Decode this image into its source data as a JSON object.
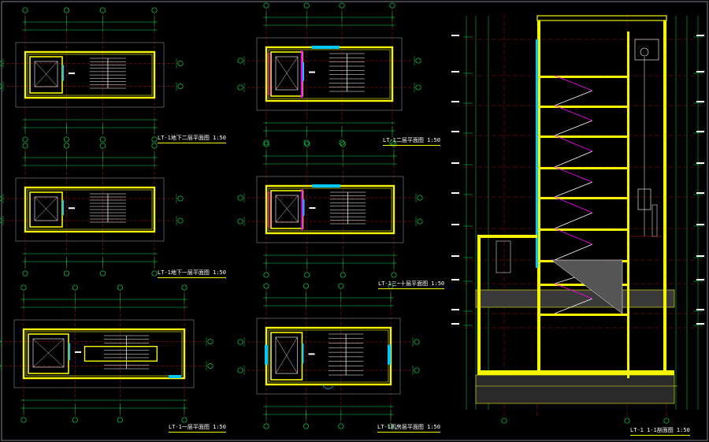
{
  "colors": {
    "background": "#000000",
    "wall": "#f4f400",
    "axis": "#00d84a",
    "dim": "#00d84a",
    "grid_red": "#d81818",
    "stair": "#ffffff",
    "glass": "#00c8ff",
    "magenta": "#ff00ff",
    "frame": "#9aa6b2",
    "text": "#ffffff"
  },
  "plans": [
    {
      "id": "plan-b2",
      "title": "LT-1地下二层平面图 1:50",
      "variant": "basic"
    },
    {
      "id": "plan-b1",
      "title": "LT-1地下一层平面图 1:50",
      "variant": "basic"
    },
    {
      "id": "plan-f1",
      "title": "LT-1一层平面图 1:50",
      "variant": "first"
    },
    {
      "id": "plan-f2",
      "title": "LT-1二层平面图 1:50",
      "variant": "upper"
    },
    {
      "id": "plan-f3",
      "title": "LT-1三~十层平面图 1:50",
      "variant": "upper"
    },
    {
      "id": "plan-roof",
      "title": "LT-1机房层平面图 1:50",
      "variant": "roof"
    }
  ],
  "section": {
    "title": "LT-1  1-1剖面图 1:50"
  },
  "icons": [
    "axis-bubble-icon",
    "elevator-shaft-icon",
    "stair-flight-icon",
    "cutting-line-icon"
  ]
}
